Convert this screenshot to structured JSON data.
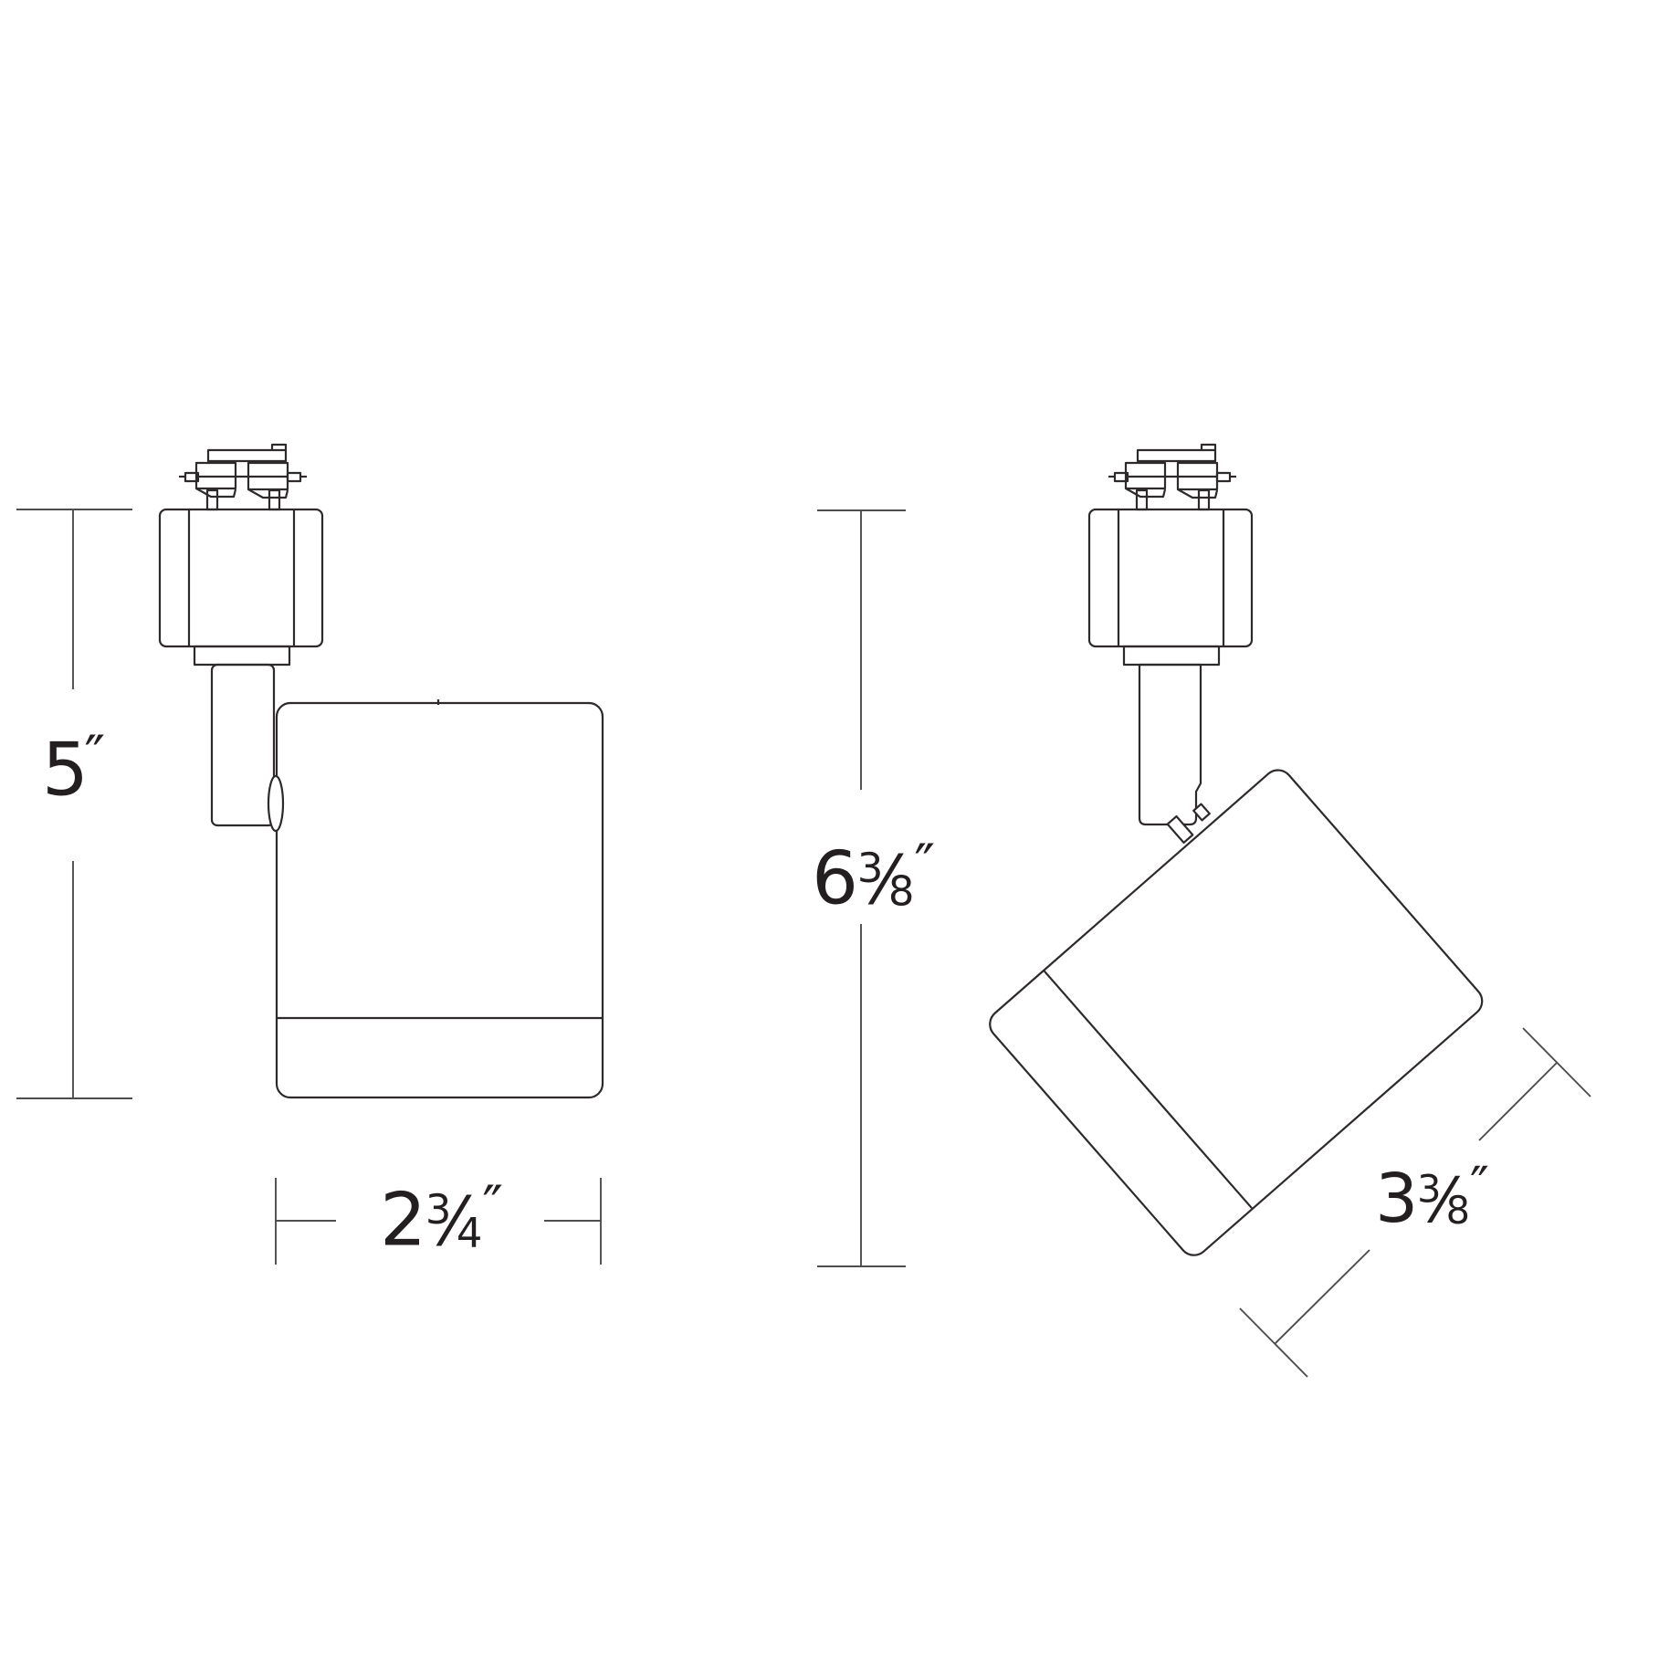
{
  "colors": {
    "fixture_line": "#2e2a2b",
    "dimension_line": "#4d4d4d",
    "label_text": "#231f20",
    "background": "#ffffff"
  },
  "views": {
    "front_view": {
      "height_dimension": {
        "text": "5″",
        "whole": "5",
        "numerator": "",
        "fraction_slash": "",
        "denominator": "",
        "unit_mark": "″"
      },
      "width_dimension": {
        "text": "2¾″",
        "whole": "2",
        "numerator": "3",
        "fraction_slash": "⁄",
        "denominator": "4",
        "unit_mark": "″"
      }
    },
    "tilted_view": {
      "height_dimension": {
        "text": "6⅜″",
        "whole": "6",
        "numerator": "3",
        "fraction_slash": "⁄",
        "denominator": "8",
        "unit_mark": "″"
      },
      "length_dimension": {
        "text": "3⅜″",
        "whole": "3",
        "numerator": "3",
        "fraction_slash": "⁄",
        "denominator": "8",
        "unit_mark": "″"
      }
    }
  }
}
